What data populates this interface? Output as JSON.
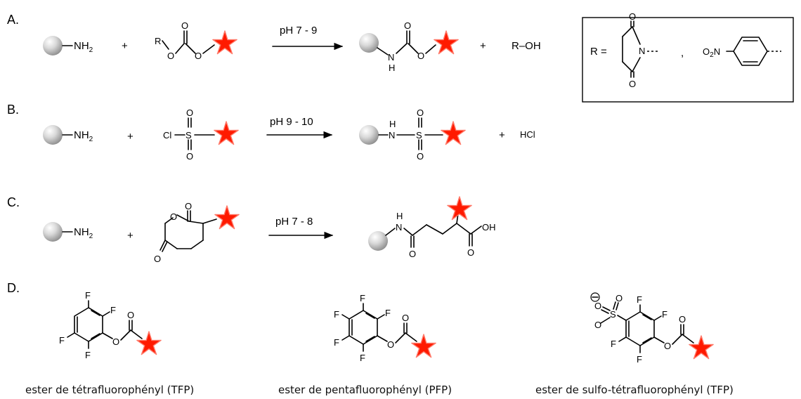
{
  "panels": [
    {
      "label": "A."
    },
    {
      "label": "B."
    },
    {
      "label": "C."
    },
    {
      "label": "D."
    }
  ],
  "atoms": {
    "nh": "NH",
    "sub2": "2",
    "plus": "+",
    "r": "R",
    "o": "O",
    "n": "N",
    "h": "H",
    "cl": "Cl",
    "s": "S",
    "f": "F",
    "oh": "OH",
    "r_oh": "R–OH",
    "hcl": "HCl",
    "r_eq": "R =",
    "comma": ",",
    "o2n": "O",
    "n_suffix": "N"
  },
  "conditions": {
    "a": "pH 7 - 9",
    "b": "pH 9 - 10",
    "c": "pH 7 - 8"
  },
  "captions": {
    "tfp": "ester de tétrafluorophényl (TFP)",
    "pfp": "ester de pentafluorophényl (PFP)",
    "sulfo": "ester de sulfo-tétrafluorophényl (TFP)"
  },
  "colors": {
    "star": "#ff1a00",
    "bead": "#b5b5b5"
  }
}
